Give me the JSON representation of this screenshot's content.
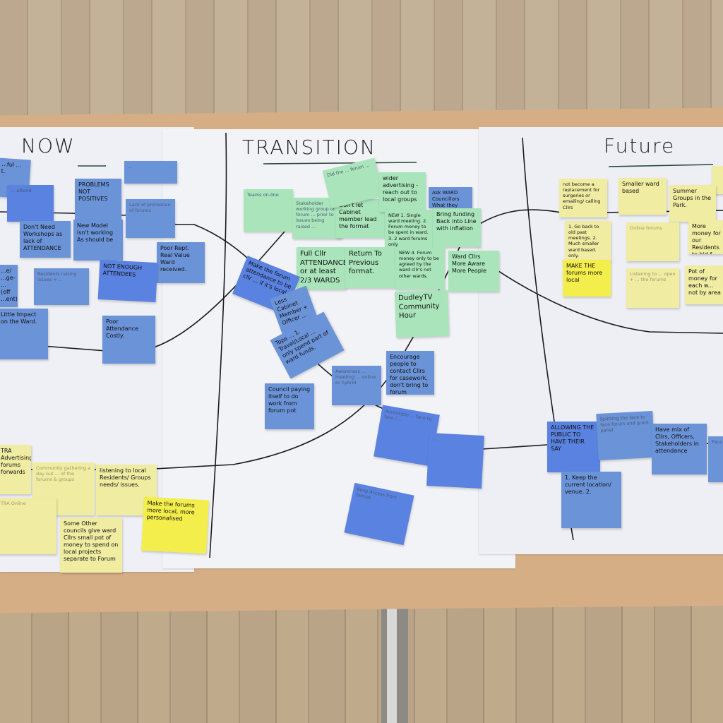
{
  "headings": {
    "now": "NOW",
    "transition": "TRANSITION",
    "future": "Future"
  },
  "now": {
    "notes": [
      "...ful ... t.",
      "... attend",
      "PROBLEMS NOT POSITIVES",
      "...",
      "Lack of promotion of forums",
      "Don't Need Workshops as lack of ATTENDANCE",
      "New Model isn't working As should be",
      "Poor Rept. Real Value Ward received.",
      "Residents raising issues + ...",
      "NOT ENOUGH ATTENDEES",
      "...e/ ...ge- ...(off ...ent)",
      "Little Impact on the Ward.",
      "Poor Attendance Costly.",
      "TRA Advertising forums forwards",
      "Community gathering a day out ... of the forums & groups",
      "TRA Online",
      "listening to local Residents/ Groups needs/ issues.",
      "Some Other councils give ward Cllrs small pot of money to spend on local projects separate to Forum",
      "Make the forums more local, more personalised"
    ]
  },
  "transition": {
    "notes": [
      "Teams on-line",
      "Stakeholder working group or forum ... prior to issues being raised ...",
      "Did the ... forum ...",
      "Don't let Cabinet member lead the format",
      "wider advertising - reach out to local groups",
      "Ask WARD Councillors What they WANT?",
      "NEW 1. Single ward meeting. 2. Forum money to be spent in ward. 3. 2 ward forums only",
      "Bring funding Back into Line with inflation",
      "Full Cllr ATTENDANCE or at least 2/3 WARDS",
      "Return To Previous format.",
      "NEW 4. Forum money only to be agreed by the ward cllr's not other wards.",
      "Ward Cllrs More Aware More People",
      "DudleyTV Community Hour",
      "Make the forum attendance to be cllr ... if it's local",
      "Less Cabinet Member + Officer ...",
      "Tops ... 1. Travel/Local ... only spend part of ward funds.",
      "Awareness ... meeting ... online or hybrid",
      "Encourage people to contact Cllrs for casework, don't bring to forum",
      "Council paying itself to do work from forum pot",
      "Accessible ... face to face / ...",
      "... ",
      "Keep Access from format"
    ]
  },
  "future": {
    "notes": [
      "not become a replacement for surgeries or emailing/ calling Cllrs",
      "Smaller ward based",
      "Summer Groups in the Park.",
      "1. Go back to old past meetings. 2. Much smaller ward based. only.",
      "Online forums",
      "More money for our Residents to bid f...",
      "MAKE THE forums more local",
      "Listening to ... open + ... the forums",
      "Pot of money for each w... not by area",
      "ALLOWING THE PUBLIC TO HAVE THEIR SAY",
      "Splitting the face to face forum and grant panel",
      "Have mix of Cllrs, Officers, Stakeholders in attendance",
      "1. Keep the current location/ venue. 2.",
      "Pauc..."
    ]
  }
}
